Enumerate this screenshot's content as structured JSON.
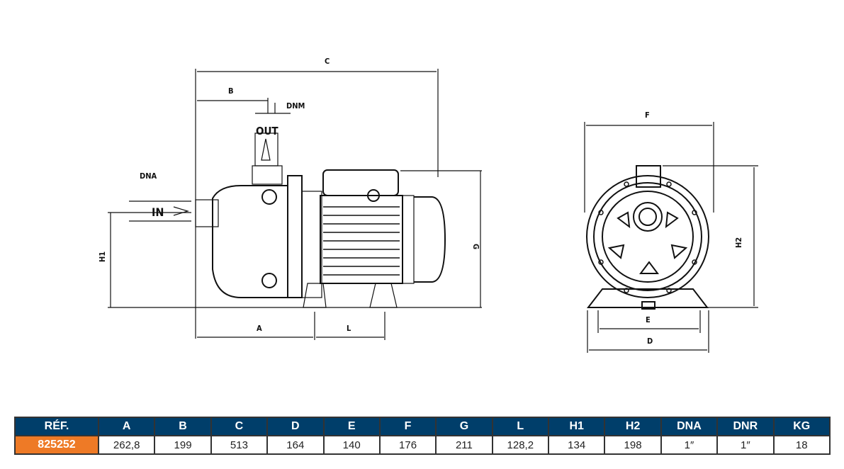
{
  "drawing": {
    "side_labels": {
      "C": "C",
      "B": "B",
      "DNM": "DNM",
      "OUT": "OUT",
      "DNA": "DNA",
      "IN": "IN",
      "H1": "H1",
      "G": "G",
      "A": "A",
      "L": "L"
    },
    "front_labels": {
      "F": "F",
      "H2": "H2",
      "E": "E",
      "D": "D"
    }
  },
  "table": {
    "headers": [
      "RÉF.",
      "A",
      "B",
      "C",
      "D",
      "E",
      "F",
      "G",
      "L",
      "H1",
      "H2",
      "DNA",
      "DNR",
      "KG"
    ],
    "row": [
      "825252",
      "262,8",
      "199",
      "513",
      "164",
      "140",
      "176",
      "211",
      "128,2",
      "134",
      "198",
      "1″",
      "1″",
      "18"
    ]
  },
  "colors": {
    "header": "#003e6a",
    "ref": "#ee7a26"
  }
}
